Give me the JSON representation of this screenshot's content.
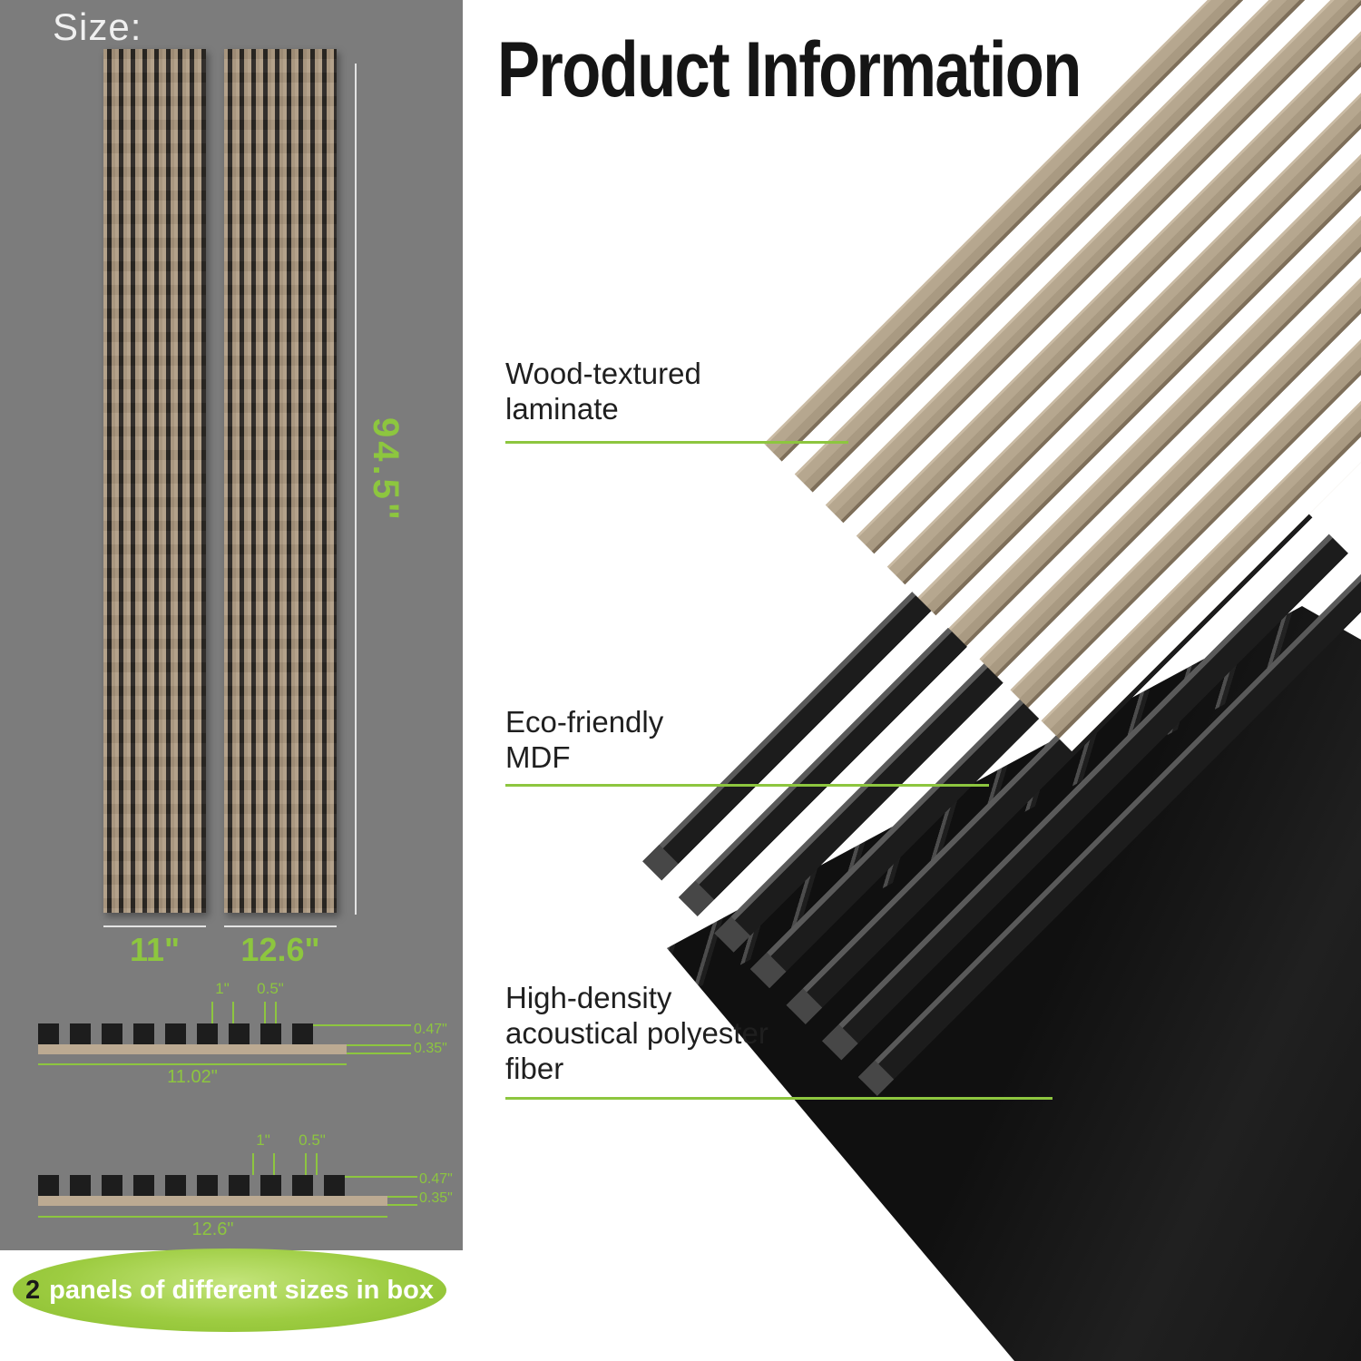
{
  "left": {
    "size_label": "Size:",
    "height_label": "94.5\"",
    "panel1_width_label": "11\"",
    "panel2_width_label": "12.6\"",
    "cross_section_1": {
      "slat_width": "1\"",
      "gap_width": "0.5\"",
      "slat_thickness": "0.47\"",
      "base_thickness": "0.35\"",
      "total_width": "11.02\""
    },
    "cross_section_2": {
      "slat_width": "1\"",
      "gap_width": "0.5\"",
      "slat_thickness": "0.47\"",
      "base_thickness": "0.35\"",
      "total_width": "12.6\""
    },
    "badge_count": "2",
    "badge_text": "panels of different sizes in box"
  },
  "right": {
    "title": "Product Information",
    "callouts": {
      "laminate_line1": "Wood-textured",
      "laminate_line2": "laminate",
      "mdf_line1": "Eco-friendly",
      "mdf_line2": "MDF",
      "fiber_line1": "High-density",
      "fiber_line2": "acoustical polyester",
      "fiber_line3": "fiber"
    }
  },
  "colors": {
    "accent_green": "#8dc63f",
    "wood_tan": "#b3a189",
    "panel_gray": "#7c7c7c",
    "layer_black": "#171717"
  }
}
